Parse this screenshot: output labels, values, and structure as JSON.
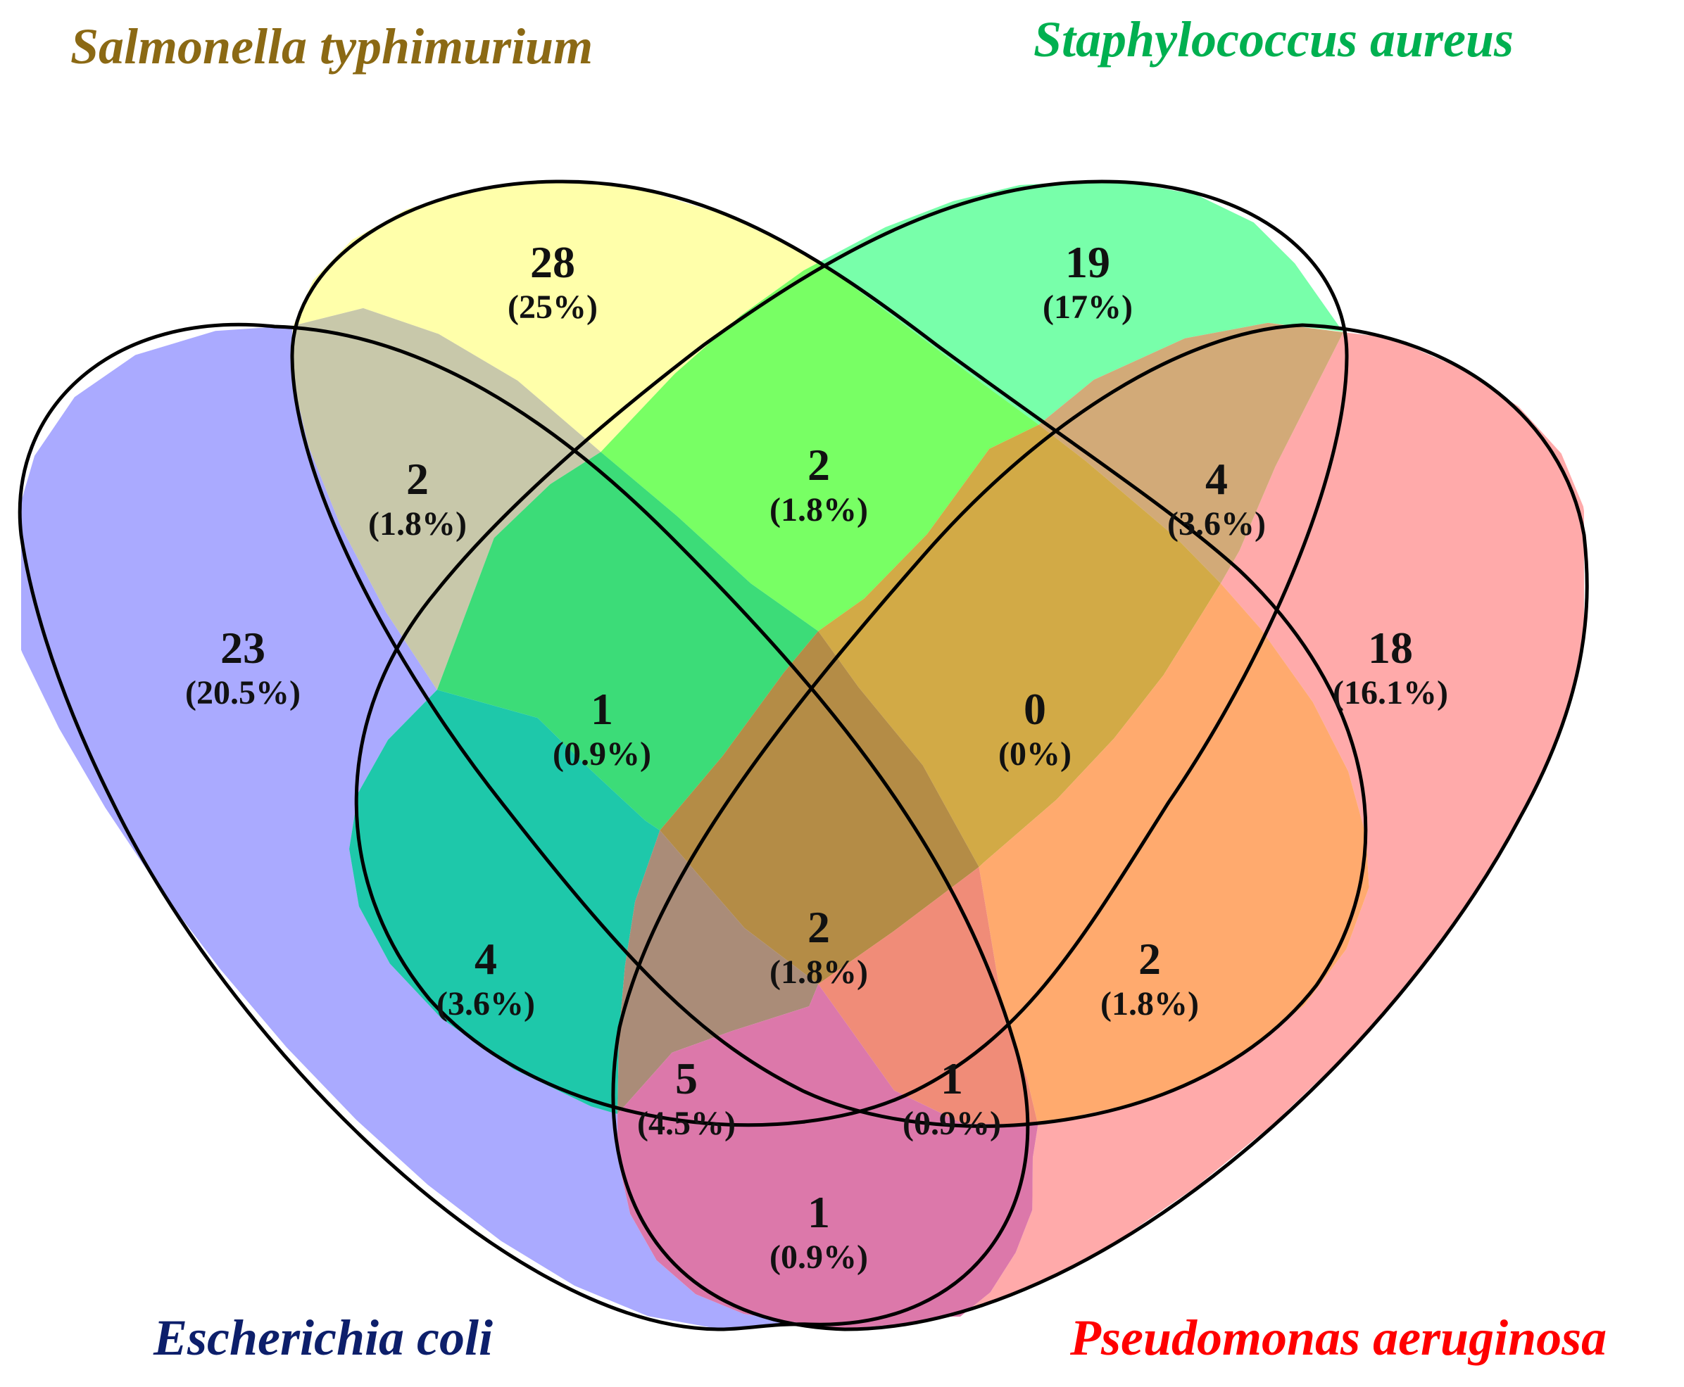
{
  "sets": [
    {
      "id": "ecoli",
      "name": "Escherichia coli",
      "label_color": "#0d1f6b",
      "fill": "#aaaaff"
    },
    {
      "id": "salmonella",
      "name": "Salmonella typhimurium",
      "label_color": "#8b6914",
      "fill": "#ffffaa"
    },
    {
      "id": "staph",
      "name": "Staphylococcus aureus",
      "label_color": "#00b050",
      "fill": "#78ffaa"
    },
    {
      "id": "pseudo",
      "name": "Pseudomonas aeruginosa",
      "label_color": "#ff0000",
      "fill": "#ffaaaa"
    }
  ],
  "regions": [
    {
      "sets": [
        "salmonella"
      ],
      "count": "28",
      "percent": "(25%)"
    },
    {
      "sets": [
        "staph"
      ],
      "count": "19",
      "percent": "(17%)"
    },
    {
      "sets": [
        "ecoli"
      ],
      "count": "23",
      "percent": "(20.5%)"
    },
    {
      "sets": [
        "pseudo"
      ],
      "count": "18",
      "percent": "(16.1%)"
    },
    {
      "sets": [
        "ecoli",
        "salmonella"
      ],
      "count": "2",
      "percent": "(1.8%)"
    },
    {
      "sets": [
        "salmonella",
        "staph"
      ],
      "count": "2",
      "percent": "(1.8%)"
    },
    {
      "sets": [
        "staph",
        "pseudo"
      ],
      "count": "4",
      "percent": "(3.6%)"
    },
    {
      "sets": [
        "ecoli",
        "salmonella",
        "staph"
      ],
      "count": "1",
      "percent": "(0.9%)"
    },
    {
      "sets": [
        "salmonella",
        "staph",
        "pseudo"
      ],
      "count": "0",
      "percent": "(0%)"
    },
    {
      "sets": [
        "ecoli",
        "staph"
      ],
      "count": "4",
      "percent": "(3.6%)"
    },
    {
      "sets": [
        "ecoli",
        "salmonella",
        "staph",
        "pseudo"
      ],
      "count": "2",
      "percent": "(1.8%)"
    },
    {
      "sets": [
        "salmonella",
        "pseudo"
      ],
      "count": "2",
      "percent": "(1.8%)"
    },
    {
      "sets": [
        "ecoli",
        "staph",
        "pseudo"
      ],
      "count": "5",
      "percent": "(4.5%)"
    },
    {
      "sets": [
        "ecoli",
        "salmonella",
        "pseudo"
      ],
      "count": "1",
      "percent": "(0.9%)"
    },
    {
      "sets": [
        "ecoli",
        "pseudo"
      ],
      "count": "1",
      "percent": "(0.9%)"
    }
  ]
}
